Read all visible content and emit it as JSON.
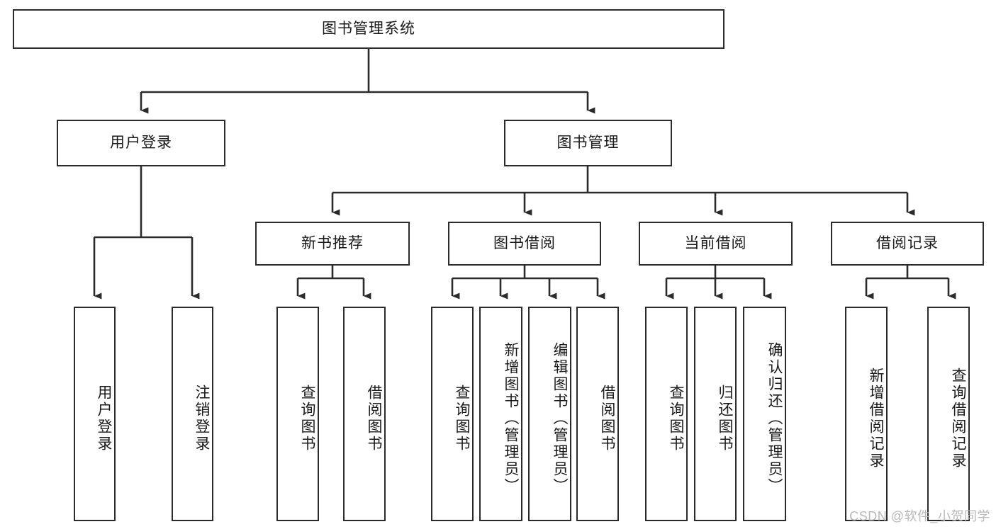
{
  "diagram": {
    "type": "hierarchy-tree",
    "title": "图书管理系统",
    "orientation": "top-down",
    "watermark": "CSDN @软件_小贺同学",
    "colors": {
      "stroke": "#2b2b2b",
      "fill": "#ffffff",
      "text": "#1a1a1a",
      "watermark": "#b8b8b8"
    },
    "nodes": {
      "root": {
        "label": "图书管理系统",
        "level": 1,
        "orientation": "horizontal"
      },
      "user_login": {
        "label": "用户登录",
        "level": 2,
        "orientation": "horizontal"
      },
      "book_manage": {
        "label": "图书管理",
        "level": 2,
        "orientation": "horizontal"
      },
      "new_book_rec": {
        "label": "新书推荐",
        "level": 3,
        "orientation": "horizontal"
      },
      "book_borrow": {
        "label": "图书借阅",
        "level": 3,
        "orientation": "horizontal"
      },
      "current_borrow": {
        "label": "当前借阅",
        "level": 3,
        "orientation": "horizontal"
      },
      "borrow_record": {
        "label": "借阅记录",
        "level": 3,
        "orientation": "horizontal"
      },
      "leaf_user_login": {
        "label": "用户登录",
        "level": 4,
        "orientation": "vertical"
      },
      "leaf_logout": {
        "label": "注销登录",
        "level": 4,
        "orientation": "vertical"
      },
      "leaf_query_book_1": {
        "label": "查询图书",
        "level": 4,
        "orientation": "vertical"
      },
      "leaf_borrow_book_1": {
        "label": "借阅图书",
        "level": 4,
        "orientation": "vertical"
      },
      "leaf_query_book_2": {
        "label": "查询图书",
        "level": 4,
        "orientation": "vertical"
      },
      "leaf_add_book": {
        "label": "新增图书（管理员）",
        "level": 4,
        "orientation": "vertical"
      },
      "leaf_edit_book": {
        "label": "编辑图书（管理员）",
        "level": 4,
        "orientation": "vertical"
      },
      "leaf_borrow_book_2": {
        "label": "借阅图书",
        "level": 4,
        "orientation": "vertical"
      },
      "leaf_query_book_3": {
        "label": "查询图书",
        "level": 4,
        "orientation": "vertical"
      },
      "leaf_return_book": {
        "label": "归还图书",
        "level": 4,
        "orientation": "vertical"
      },
      "leaf_confirm_return": {
        "label": "确认归还（管理员）",
        "level": 4,
        "orientation": "vertical"
      },
      "leaf_add_record": {
        "label": "新增借阅记录",
        "level": 4,
        "orientation": "vertical"
      },
      "leaf_query_record": {
        "label": "查询借阅记录",
        "level": 4,
        "orientation": "vertical"
      }
    },
    "edges": [
      {
        "from": "root",
        "to": "user_login"
      },
      {
        "from": "root",
        "to": "book_manage"
      },
      {
        "from": "user_login",
        "to": "leaf_user_login"
      },
      {
        "from": "user_login",
        "to": "leaf_logout"
      },
      {
        "from": "book_manage",
        "to": "new_book_rec"
      },
      {
        "from": "book_manage",
        "to": "book_borrow"
      },
      {
        "from": "book_manage",
        "to": "current_borrow"
      },
      {
        "from": "book_manage",
        "to": "borrow_record"
      },
      {
        "from": "new_book_rec",
        "to": "leaf_query_book_1"
      },
      {
        "from": "new_book_rec",
        "to": "leaf_borrow_book_1"
      },
      {
        "from": "book_borrow",
        "to": "leaf_query_book_2"
      },
      {
        "from": "book_borrow",
        "to": "leaf_add_book"
      },
      {
        "from": "book_borrow",
        "to": "leaf_edit_book"
      },
      {
        "from": "book_borrow",
        "to": "leaf_borrow_book_2"
      },
      {
        "from": "current_borrow",
        "to": "leaf_query_book_3"
      },
      {
        "from": "current_borrow",
        "to": "leaf_return_book"
      },
      {
        "from": "current_borrow",
        "to": "leaf_confirm_return"
      },
      {
        "from": "borrow_record",
        "to": "leaf_add_record"
      },
      {
        "from": "borrow_record",
        "to": "leaf_query_record"
      }
    ]
  }
}
